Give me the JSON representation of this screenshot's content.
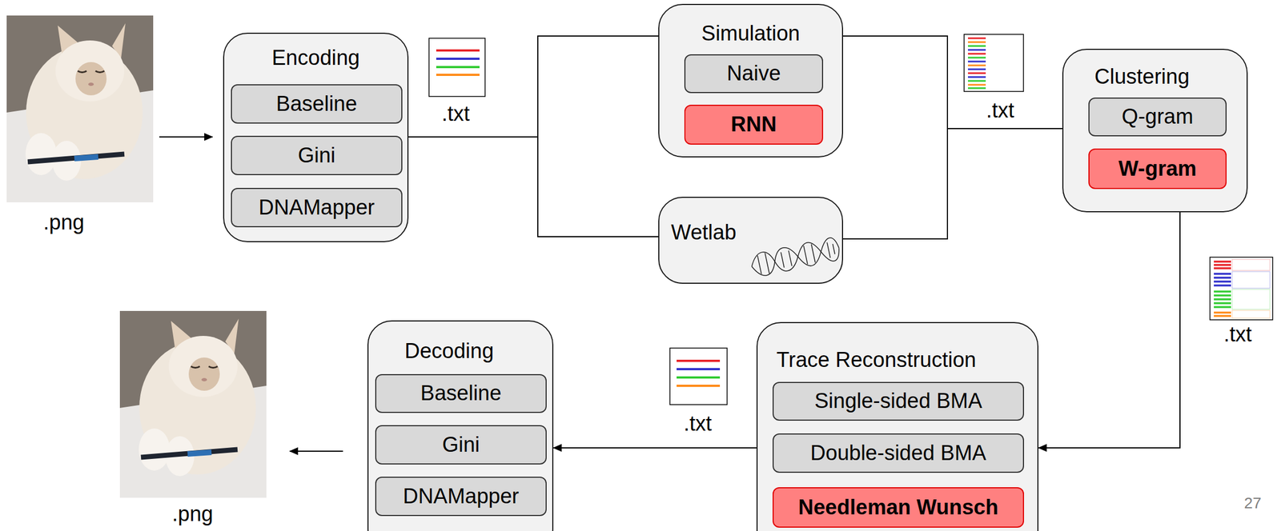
{
  "diagram": {
    "nodes": [
      {
        "text": [
          "Encoding"
        ]
      },
      {
        "text": [
          "Baseline"
        ],
        "in": 0
      },
      {
        "text": [
          "Gini"
        ],
        "in": 0
      },
      {
        "text": [
          "DNAMapper"
        ],
        "in": 0
      },
      {
        "text": [
          "Simulation"
        ]
      },
      {
        "text": [
          "Naive"
        ],
        "in": 4
      },
      {
        "text": [
          "RNN"
        ],
        "in": 4
      },
      {
        "text": [
          "Wetlab"
        ]
      },
      {
        "text": [
          "Clustering"
        ]
      },
      {
        "text": [
          "Q-gram"
        ],
        "in": 8
      },
      {
        "text": [
          "W-gram"
        ],
        "in": 8
      },
      {
        "text": [
          "Trace Reconstruction"
        ]
      },
      {
        "text": [
          "Single-sided BMA"
        ],
        "in": 11
      },
      {
        "text": [
          "Double-sided BMA"
        ],
        "in": 11
      },
      {
        "text": [
          "Needleman Wunsch"
        ],
        "in": 11
      },
      {
        "text": [
          "Decoding"
        ]
      },
      {
        "text": [
          "Baseline"
        ],
        "in": 15
      },
      {
        "text": [
          "Gini"
        ],
        "in": 15
      },
      {
        "text": [
          "DNAMapper"
        ],
        "in": 15
      }
    ],
    "edges": [
      {
        "from": 0,
        "to": 4,
        "arrow": "none"
      },
      {
        "from": 0,
        "to": 7,
        "arrow": "none"
      },
      {
        "from": 4,
        "to": 8,
        "arrow": "none"
      },
      {
        "from": 7,
        "to": 8,
        "arrow": "none"
      },
      {
        "from": 8,
        "to": 11,
        "arrow": "to"
      },
      {
        "from": 11,
        "to": 15,
        "arrow": "to"
      }
    ],
    "labels": [
      ".png",
      ".txt",
      ".txt",
      ".txt",
      ".txt",
      ".png",
      "27"
    ]
  }
}
